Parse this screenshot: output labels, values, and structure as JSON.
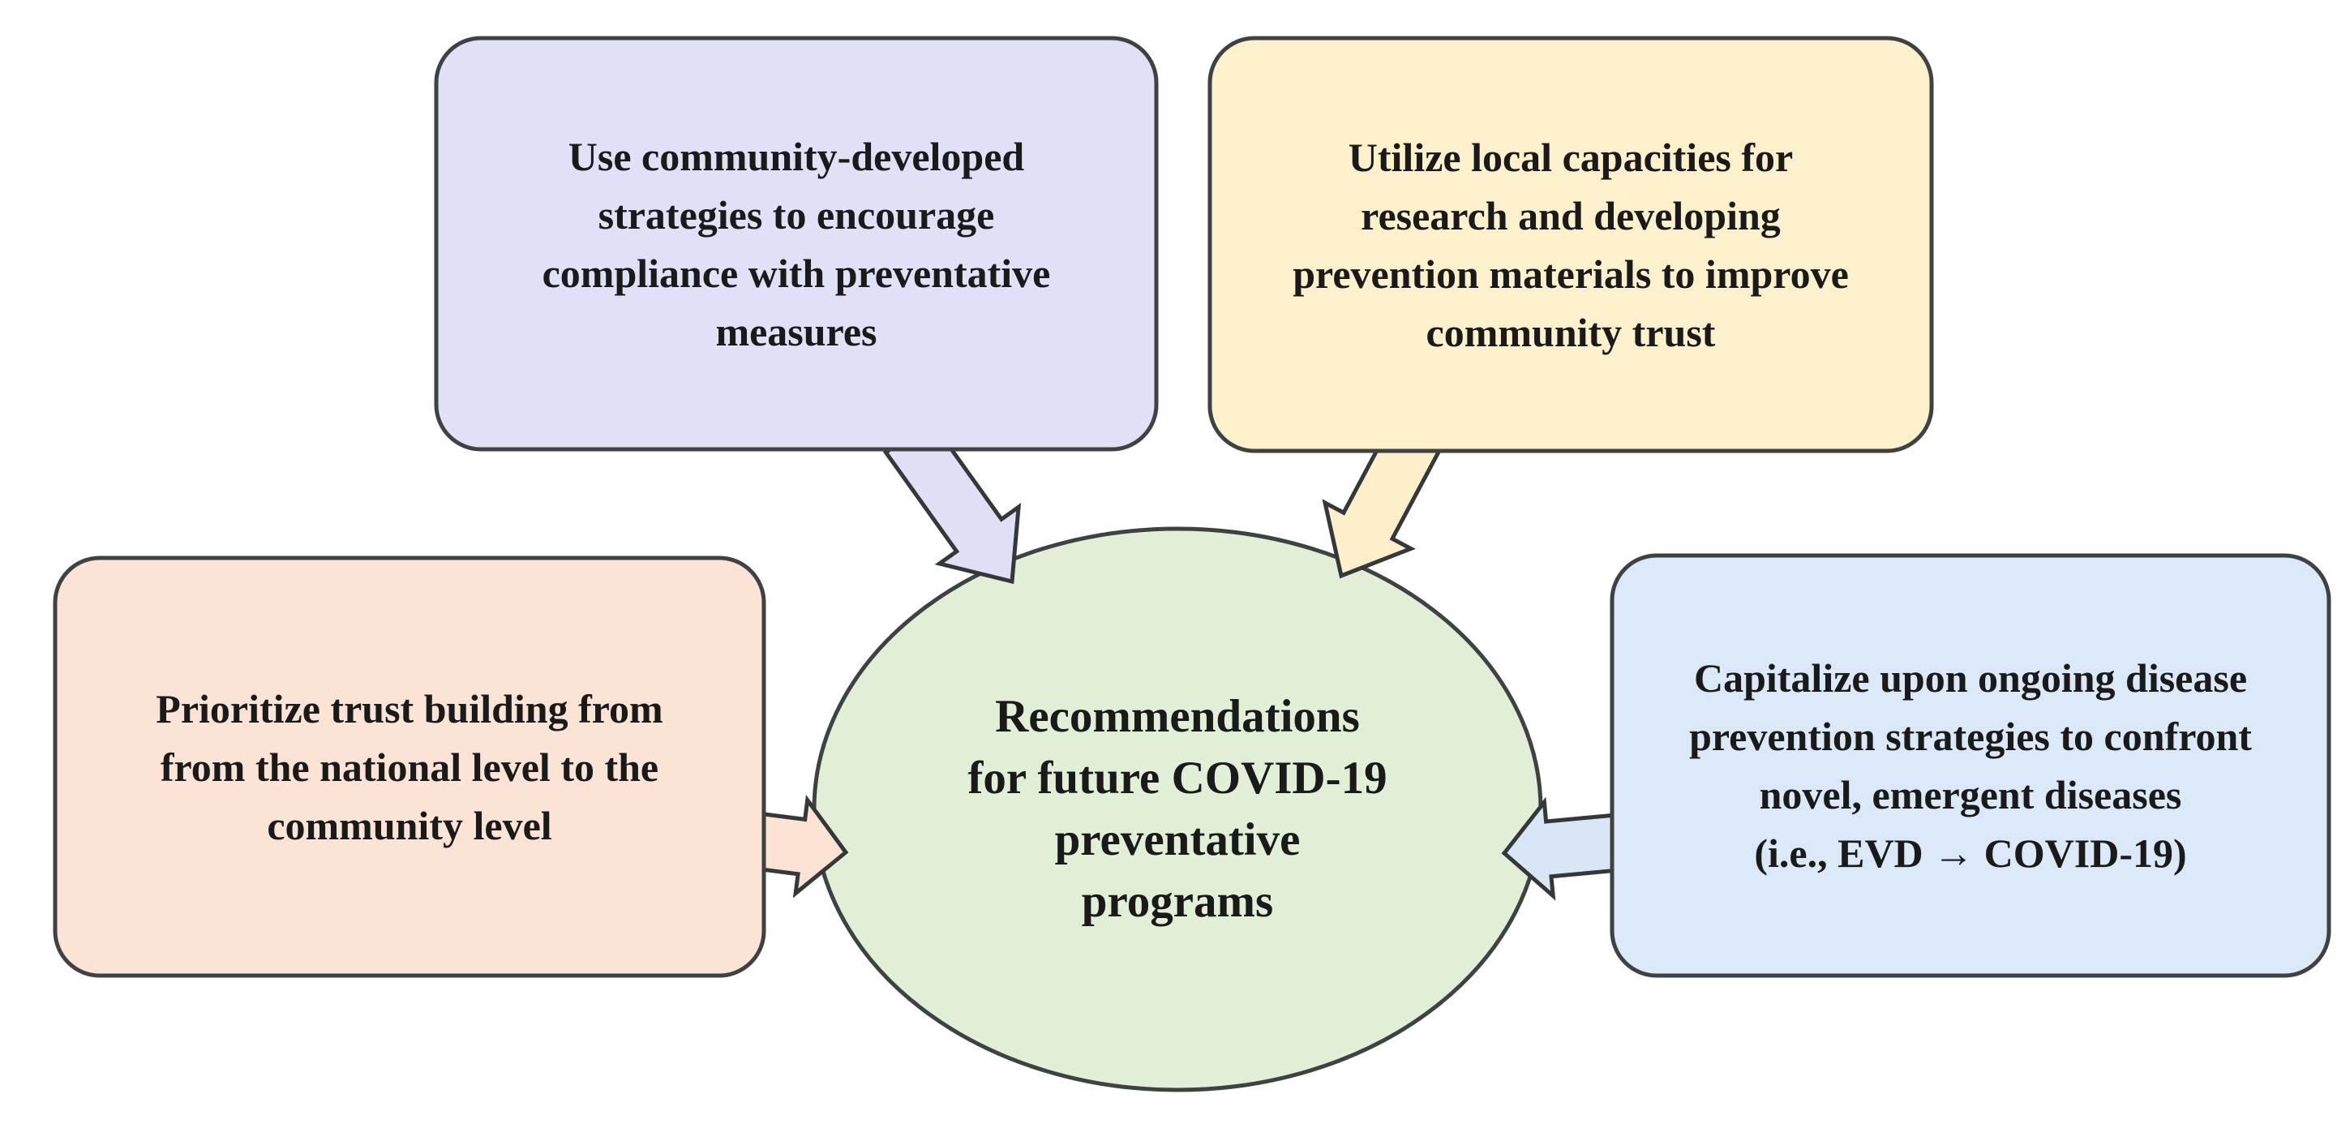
{
  "figure": {
    "background_color": "#ffffff",
    "text_color": "#1a1a1a",
    "outline_color": "#3e4243",
    "nodes": {
      "central": {
        "shape": "ellipse",
        "text": "Recommendations\nfor future COVID-19\npreventative\nprograms",
        "fill": "#e2efd7"
      },
      "top_left": {
        "shape": "rounded-box",
        "text": "Use community-developed\nstrategies to encourage\ncompliance with preventative\nmeasures",
        "fill": "#e0e1f7"
      },
      "top_right": {
        "shape": "rounded-box",
        "text": "Utilize local capacities for\nresearch and developing\nprevention materials to improve\ncommunity trust",
        "fill": "#fdf0cd"
      },
      "left": {
        "shape": "rounded-box",
        "text": "Prioritize trust building from\nfrom the national level to the\ncommunity level",
        "fill": "#fbe3d6"
      },
      "right": {
        "shape": "rounded-box",
        "text": "Capitalize upon ongoing disease\nprevention strategies to confront\nnovel, emergent diseases\n(i.e., EVD → COVID-19)",
        "fill": "#dbe8f7"
      }
    },
    "arrows": {
      "from_top_left": {
        "from": "top_left",
        "to": "central",
        "fill": "#dfe0f5"
      },
      "from_top_right": {
        "from": "top_right",
        "to": "central",
        "fill": "#fcefca"
      },
      "from_left": {
        "from": "left",
        "to": "central",
        "fill": "#fbe2d3"
      },
      "from_right": {
        "from": "right",
        "to": "central",
        "fill": "#d9e6f5"
      }
    }
  }
}
